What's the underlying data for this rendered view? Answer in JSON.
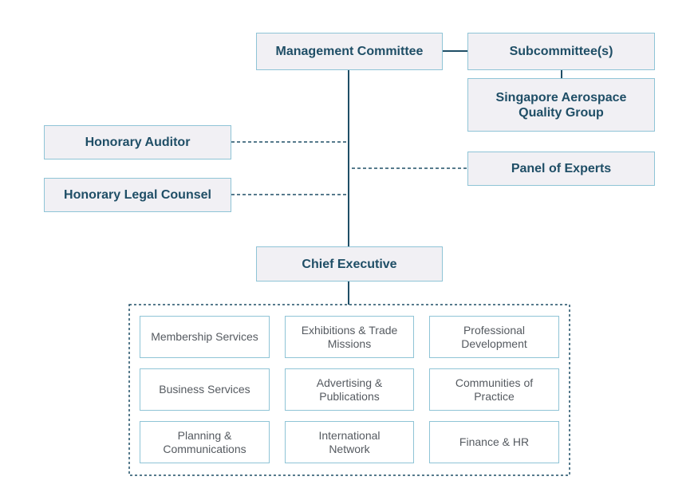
{
  "colors": {
    "box_fill": "#f1f0f4",
    "box_border": "#8fc4d6",
    "line": "#1f4e66",
    "title_text": "#1f4e66",
    "unit_text": "#555a60"
  },
  "governance": {
    "management_committee": "Management Committee",
    "subcommittees": "Subcommittee(s)",
    "quality_group": "Singapore Aerospace\nQuality Group",
    "honorary_auditor": "Honorary Auditor",
    "panel_of_experts": "Panel of Experts",
    "honorary_legal_counsel": "Honorary Legal Counsel",
    "chief_executive": "Chief Executive"
  },
  "departments": [
    "Membership Services",
    "Exhibitions & Trade\nMissions",
    "Professional\nDevelopment",
    "Business Services",
    "Advertising &\nPublications",
    "Communities of\nPractice",
    "Planning &\nCommunications",
    "International\nNetwork",
    "Finance & HR"
  ]
}
